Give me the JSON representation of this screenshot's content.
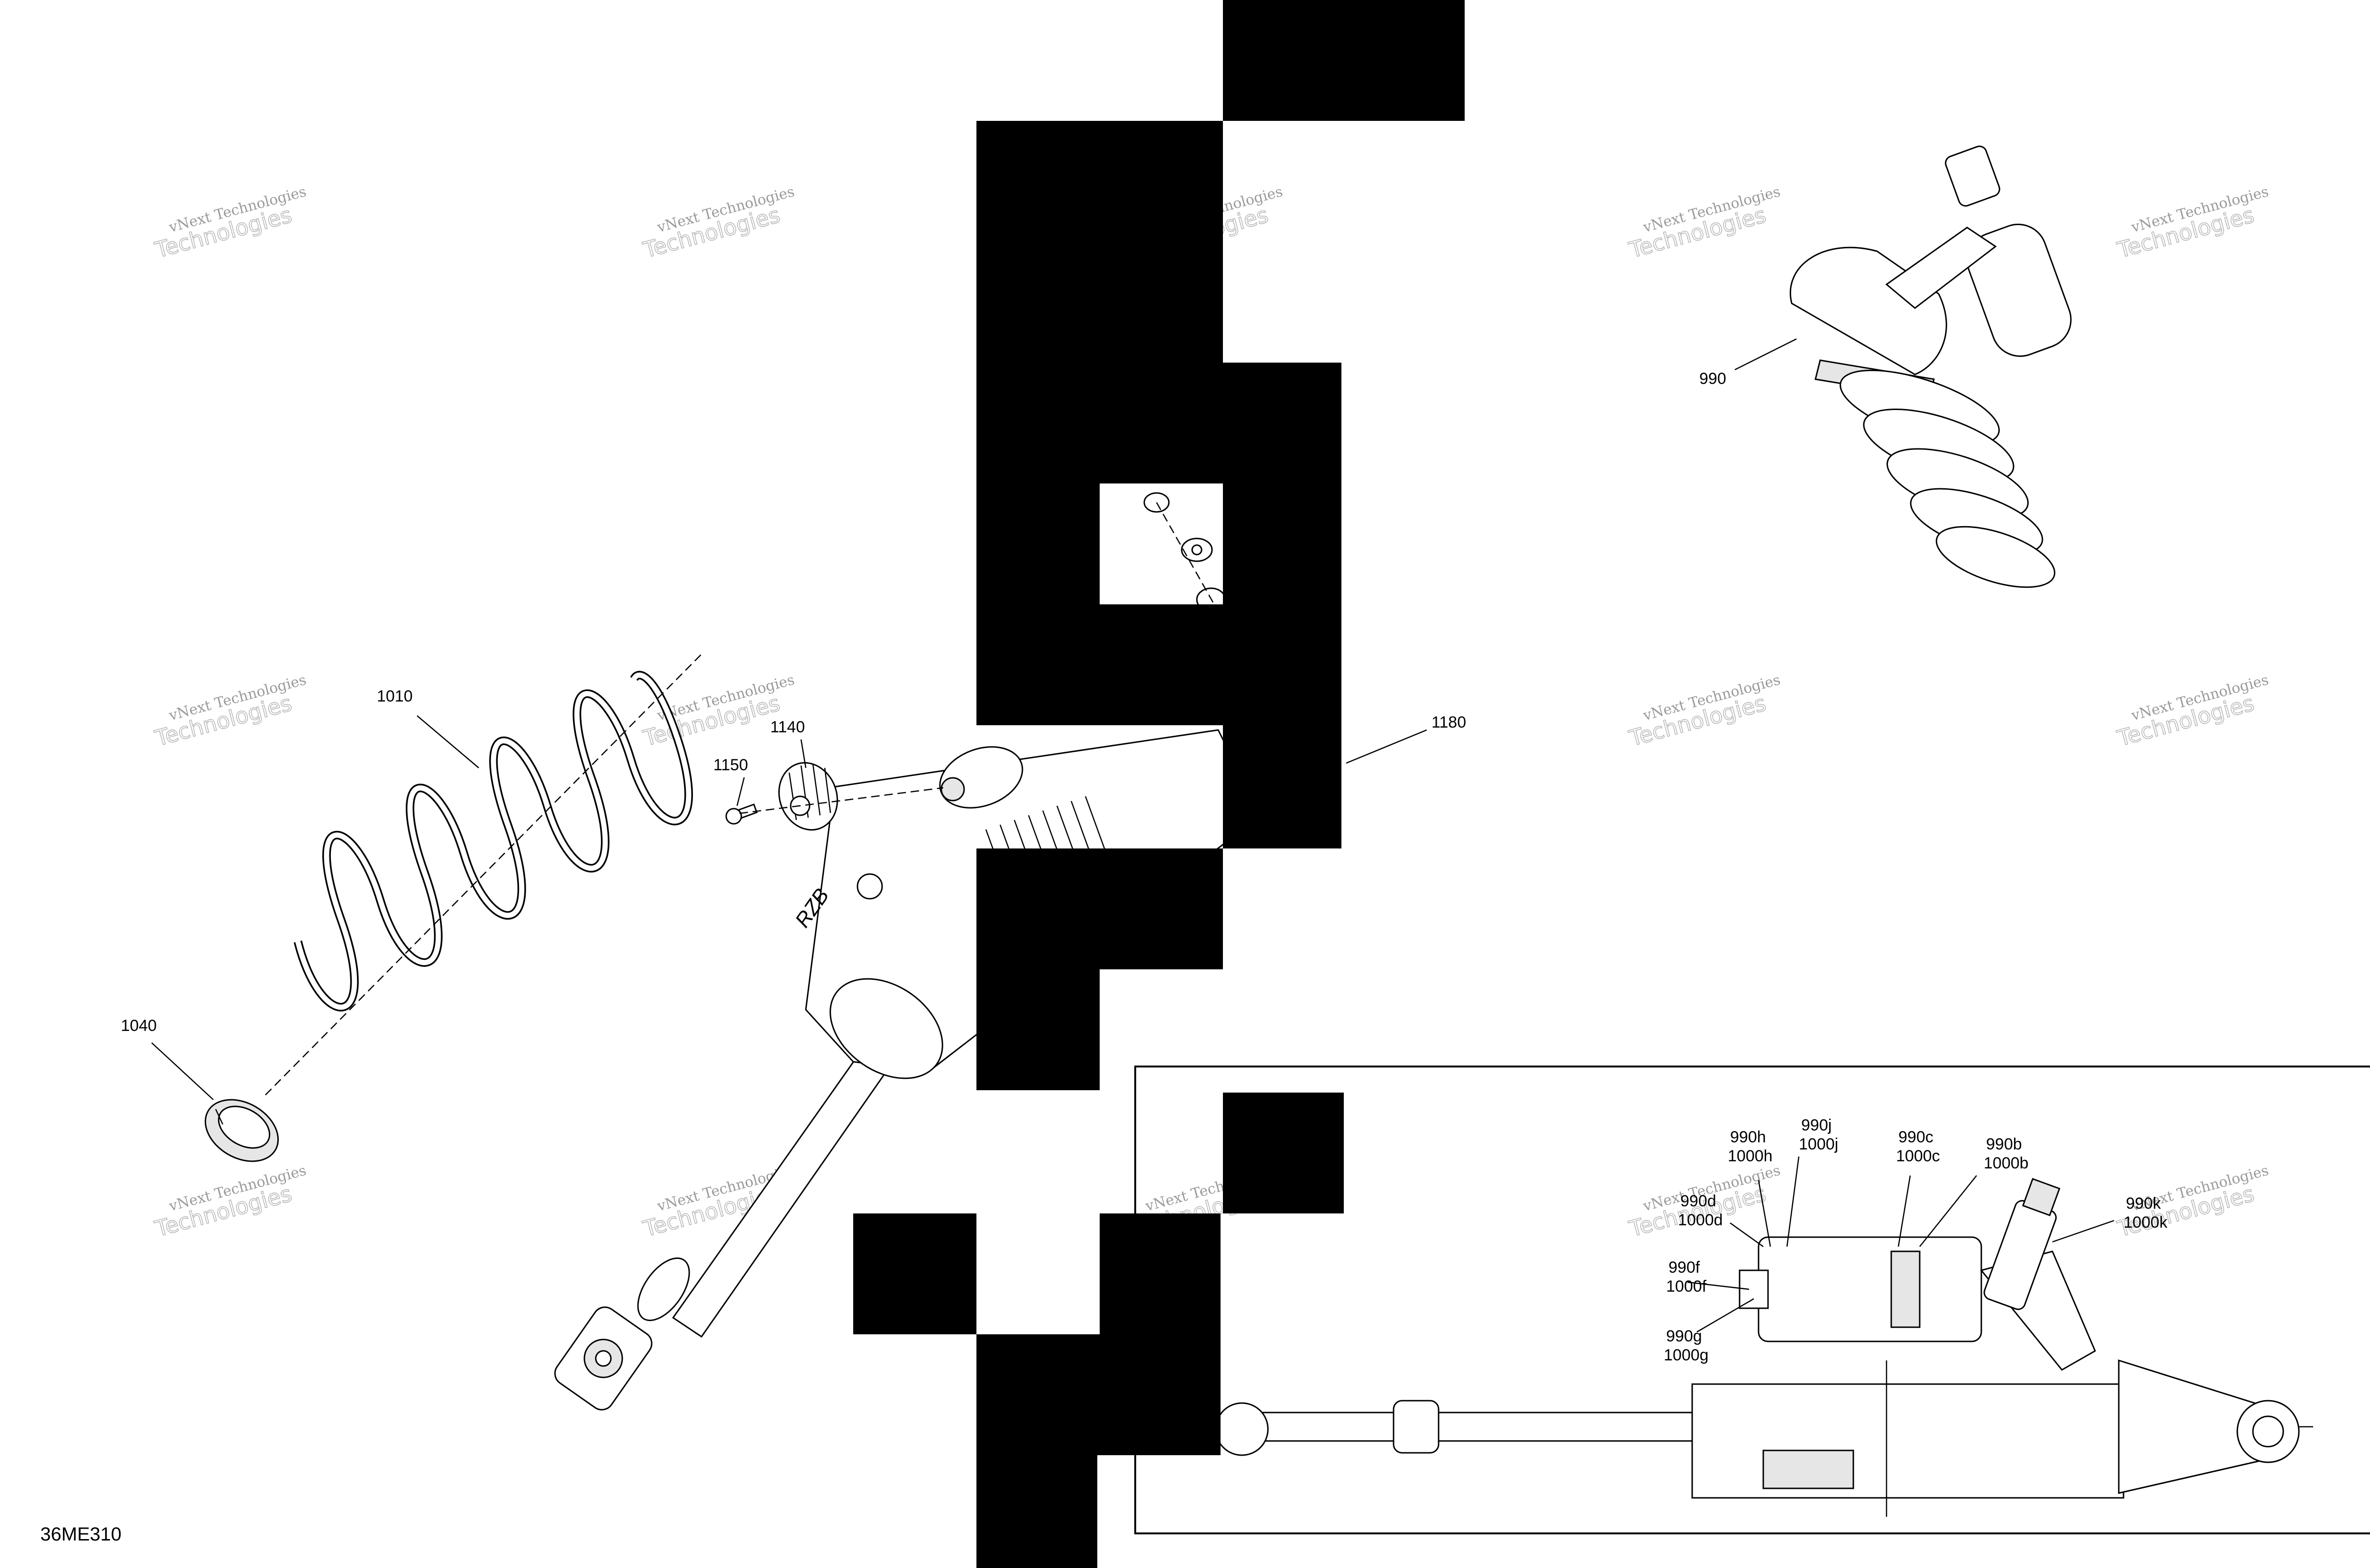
{
  "document": {
    "code": "36ME310"
  },
  "watermark": {
    "line1": "vNext Technologies",
    "line2": "Technologies"
  },
  "callouts": {
    "c990": "990",
    "c1010": "1010",
    "c1040": "1040",
    "c1140": "1140",
    "c1150": "1150",
    "c1180": "1180"
  },
  "inset": {
    "labels": {
      "l990h": "990h",
      "l1000h": "1000h",
      "l990j": "990j",
      "l1000j": "1000j",
      "l990c": "990c",
      "l1000c": "1000c",
      "l990b": "990b",
      "l1000b": "1000b",
      "l990d": "990d",
      "l1000d": "1000d",
      "l990f": "990f",
      "l1000f": "1000f",
      "l990g": "990g",
      "l1000g": "1000g",
      "l990k": "990k",
      "l1000k": "1000k"
    }
  },
  "colors": {
    "line": "#000000",
    "shade": "#e6e6e6",
    "watermark": "#9a9a9a",
    "redaction": "#000000"
  }
}
